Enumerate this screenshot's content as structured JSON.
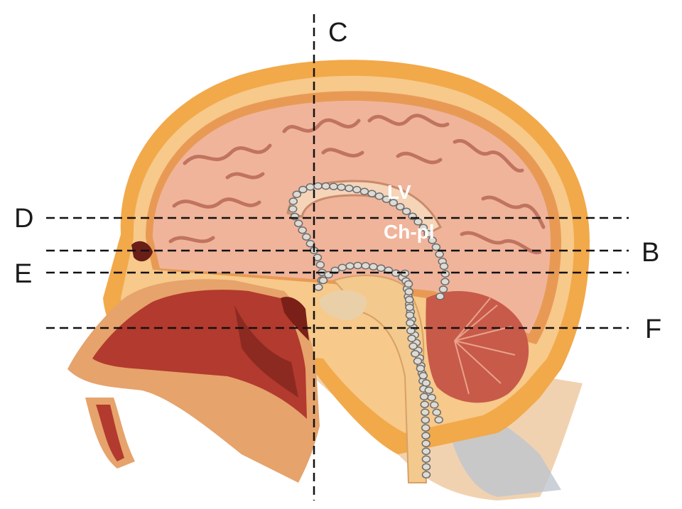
{
  "figure": {
    "plane_labels": {
      "c": "C",
      "d": "D",
      "b": "B",
      "e": "E",
      "f": "F"
    },
    "structure_labels": {
      "lateral_ventricle": "LV",
      "choroid_plexus": "Ch-pl"
    },
    "colors": {
      "scalp": "#f2a94a",
      "skull": "#f7c98a",
      "brain_gyri": "#f0b49a",
      "brain_sulci": "#b86a55",
      "cerebellum": "#c85a4a",
      "nasal_cavity": "#b23a2e",
      "spinal_cord": "#f3c98d",
      "choroid_beads": "#dedbd5",
      "cut_line": "#111111"
    }
  }
}
